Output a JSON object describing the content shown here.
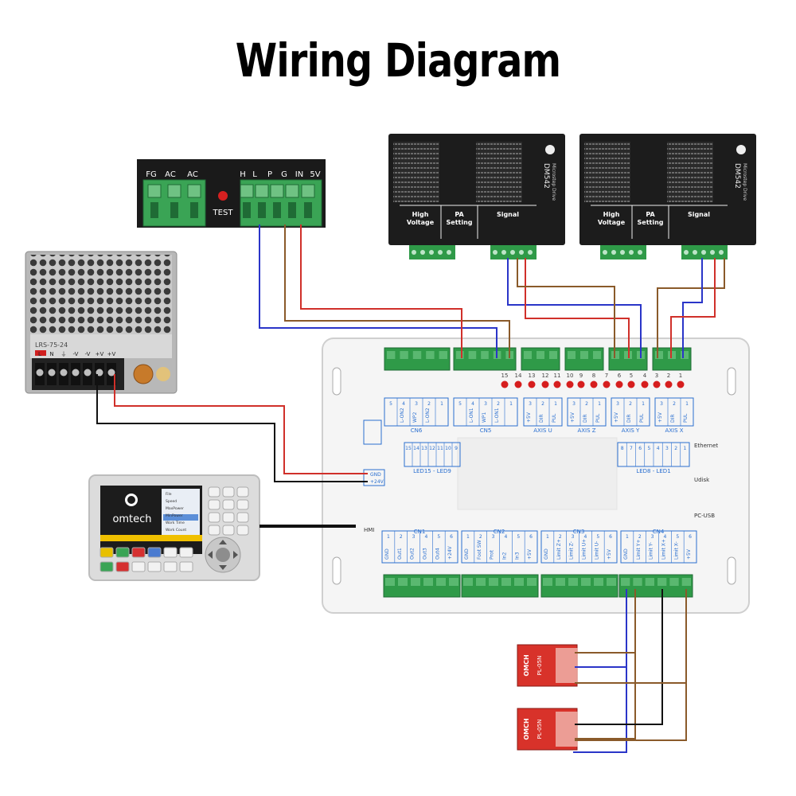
{
  "title": "Wiring Diagram",
  "colors": {
    "red_wire": "#d0302a",
    "blue_wire": "#2a35c8",
    "brown_wire": "#8a5a2a",
    "black_wire": "#111111",
    "terminal_green": "#2f9a48",
    "driver_body": "#1c1c1c",
    "board_white": "#f4f4f4",
    "label_blue": "#2a6fd0",
    "led_red": "#d61e1e",
    "sensor_red": "#d8322a"
  },
  "laser_psu": {
    "terminal_labels": [
      "FG",
      "AC",
      "AC",
      "H",
      "L",
      "P",
      "G",
      "IN",
      "5V"
    ],
    "test_label": "TEST"
  },
  "power_supply": {
    "model": "LRS-75-24",
    "terminal_labels": [
      "L",
      "N",
      "⏚",
      "-V",
      "-V",
      "+V",
      "+V"
    ]
  },
  "drivers": [
    {
      "model": "DM542",
      "subtitle": "Microstep Drive",
      "sections": [
        "High Voltage",
        "PA Setting",
        "Signal"
      ]
    },
    {
      "model": "DM542",
      "subtitle": "Microstep Drive",
      "sections": [
        "High Voltage",
        "PA Setting",
        "Signal"
      ]
    }
  ],
  "controller": {
    "pin_numbers": [
      "15",
      "14",
      "13",
      "12",
      "11",
      "10",
      "9",
      "8",
      "7",
      "6",
      "5",
      "4",
      "3",
      "2",
      "1"
    ],
    "top_connectors": [
      "CN6",
      "CN5",
      "AXIS U",
      "AXIS Z",
      "AXIS Y",
      "AXIS X"
    ],
    "cn6_pins": [
      "L-ON2",
      "WP2",
      "L-ON2"
    ],
    "cn5_pins": [
      "L-ON1",
      "WP1",
      "L-ON1"
    ],
    "axis_pins": [
      "+5V",
      "DIR",
      "PUL"
    ],
    "mid_connectors": [
      "LED15 - LED9",
      "LED8 - LED1"
    ],
    "side_labels": [
      "Ethernet",
      "Udisk",
      "PC-USB",
      "HMI"
    ],
    "power_labels": [
      "GND",
      "+24V"
    ],
    "bottom_connectors": [
      "CN1",
      "CN2",
      "CN3",
      "CN4"
    ],
    "cn1_pins": [
      "GND",
      "Out1",
      "Out2",
      "Out3",
      "Out4",
      "+24V"
    ],
    "cn2_pins": [
      "GND",
      "Foot SW",
      "Prot",
      "In2",
      "In3",
      "+5V"
    ],
    "cn3_pins": [
      "GND",
      "Limit Z+",
      "Limit Z-",
      "Limit U+",
      "Limit U-",
      "+5V"
    ],
    "cn4_pins": [
      "GND",
      "Limit Y+",
      "Limit Y-",
      "Limit X+",
      "Limit X-",
      "+5V"
    ]
  },
  "hmi_panel": {
    "brand": "omtech",
    "screen_fields": [
      "File",
      "Speed",
      "MaxPower",
      "MinPower",
      "Work Time",
      "Work Count"
    ]
  },
  "limit_switches": [
    {
      "brand": "OMCH",
      "model": "PL-05N"
    },
    {
      "brand": "OMCH",
      "model": "PL-05N"
    }
  ]
}
